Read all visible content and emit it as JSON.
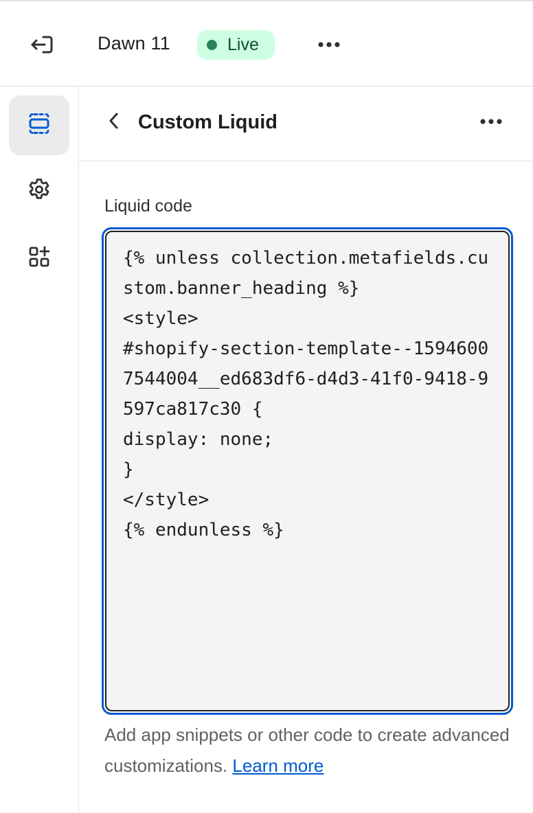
{
  "topbar": {
    "exit_icon": "exit-icon",
    "theme_name": "Dawn 11",
    "status_label": "Live",
    "status_color": "#29845a",
    "more_icon": "more-horizontal-icon"
  },
  "rail": {
    "items": [
      {
        "icon": "sections-icon",
        "active": true
      },
      {
        "icon": "gear-icon",
        "active": false
      },
      {
        "icon": "apps-add-icon",
        "active": false
      }
    ],
    "accent": "#005bd3"
  },
  "panel": {
    "back_icon": "chevron-left-icon",
    "title": "Custom Liquid",
    "more_icon": "more-horizontal-icon",
    "field_label": "Liquid code",
    "code_value": "{% unless collection.metafields.custom.banner_heading %}\n<style>\n#shopify-section-template--15946007544004__ed683df6-d4d3-41f0-9418-9597ca817c30 {\ndisplay: none;\n}\n</style>\n{% endunless %}",
    "help_text": "Add app snippets or other code to create advanced customizations. ",
    "help_link": "Learn more"
  }
}
